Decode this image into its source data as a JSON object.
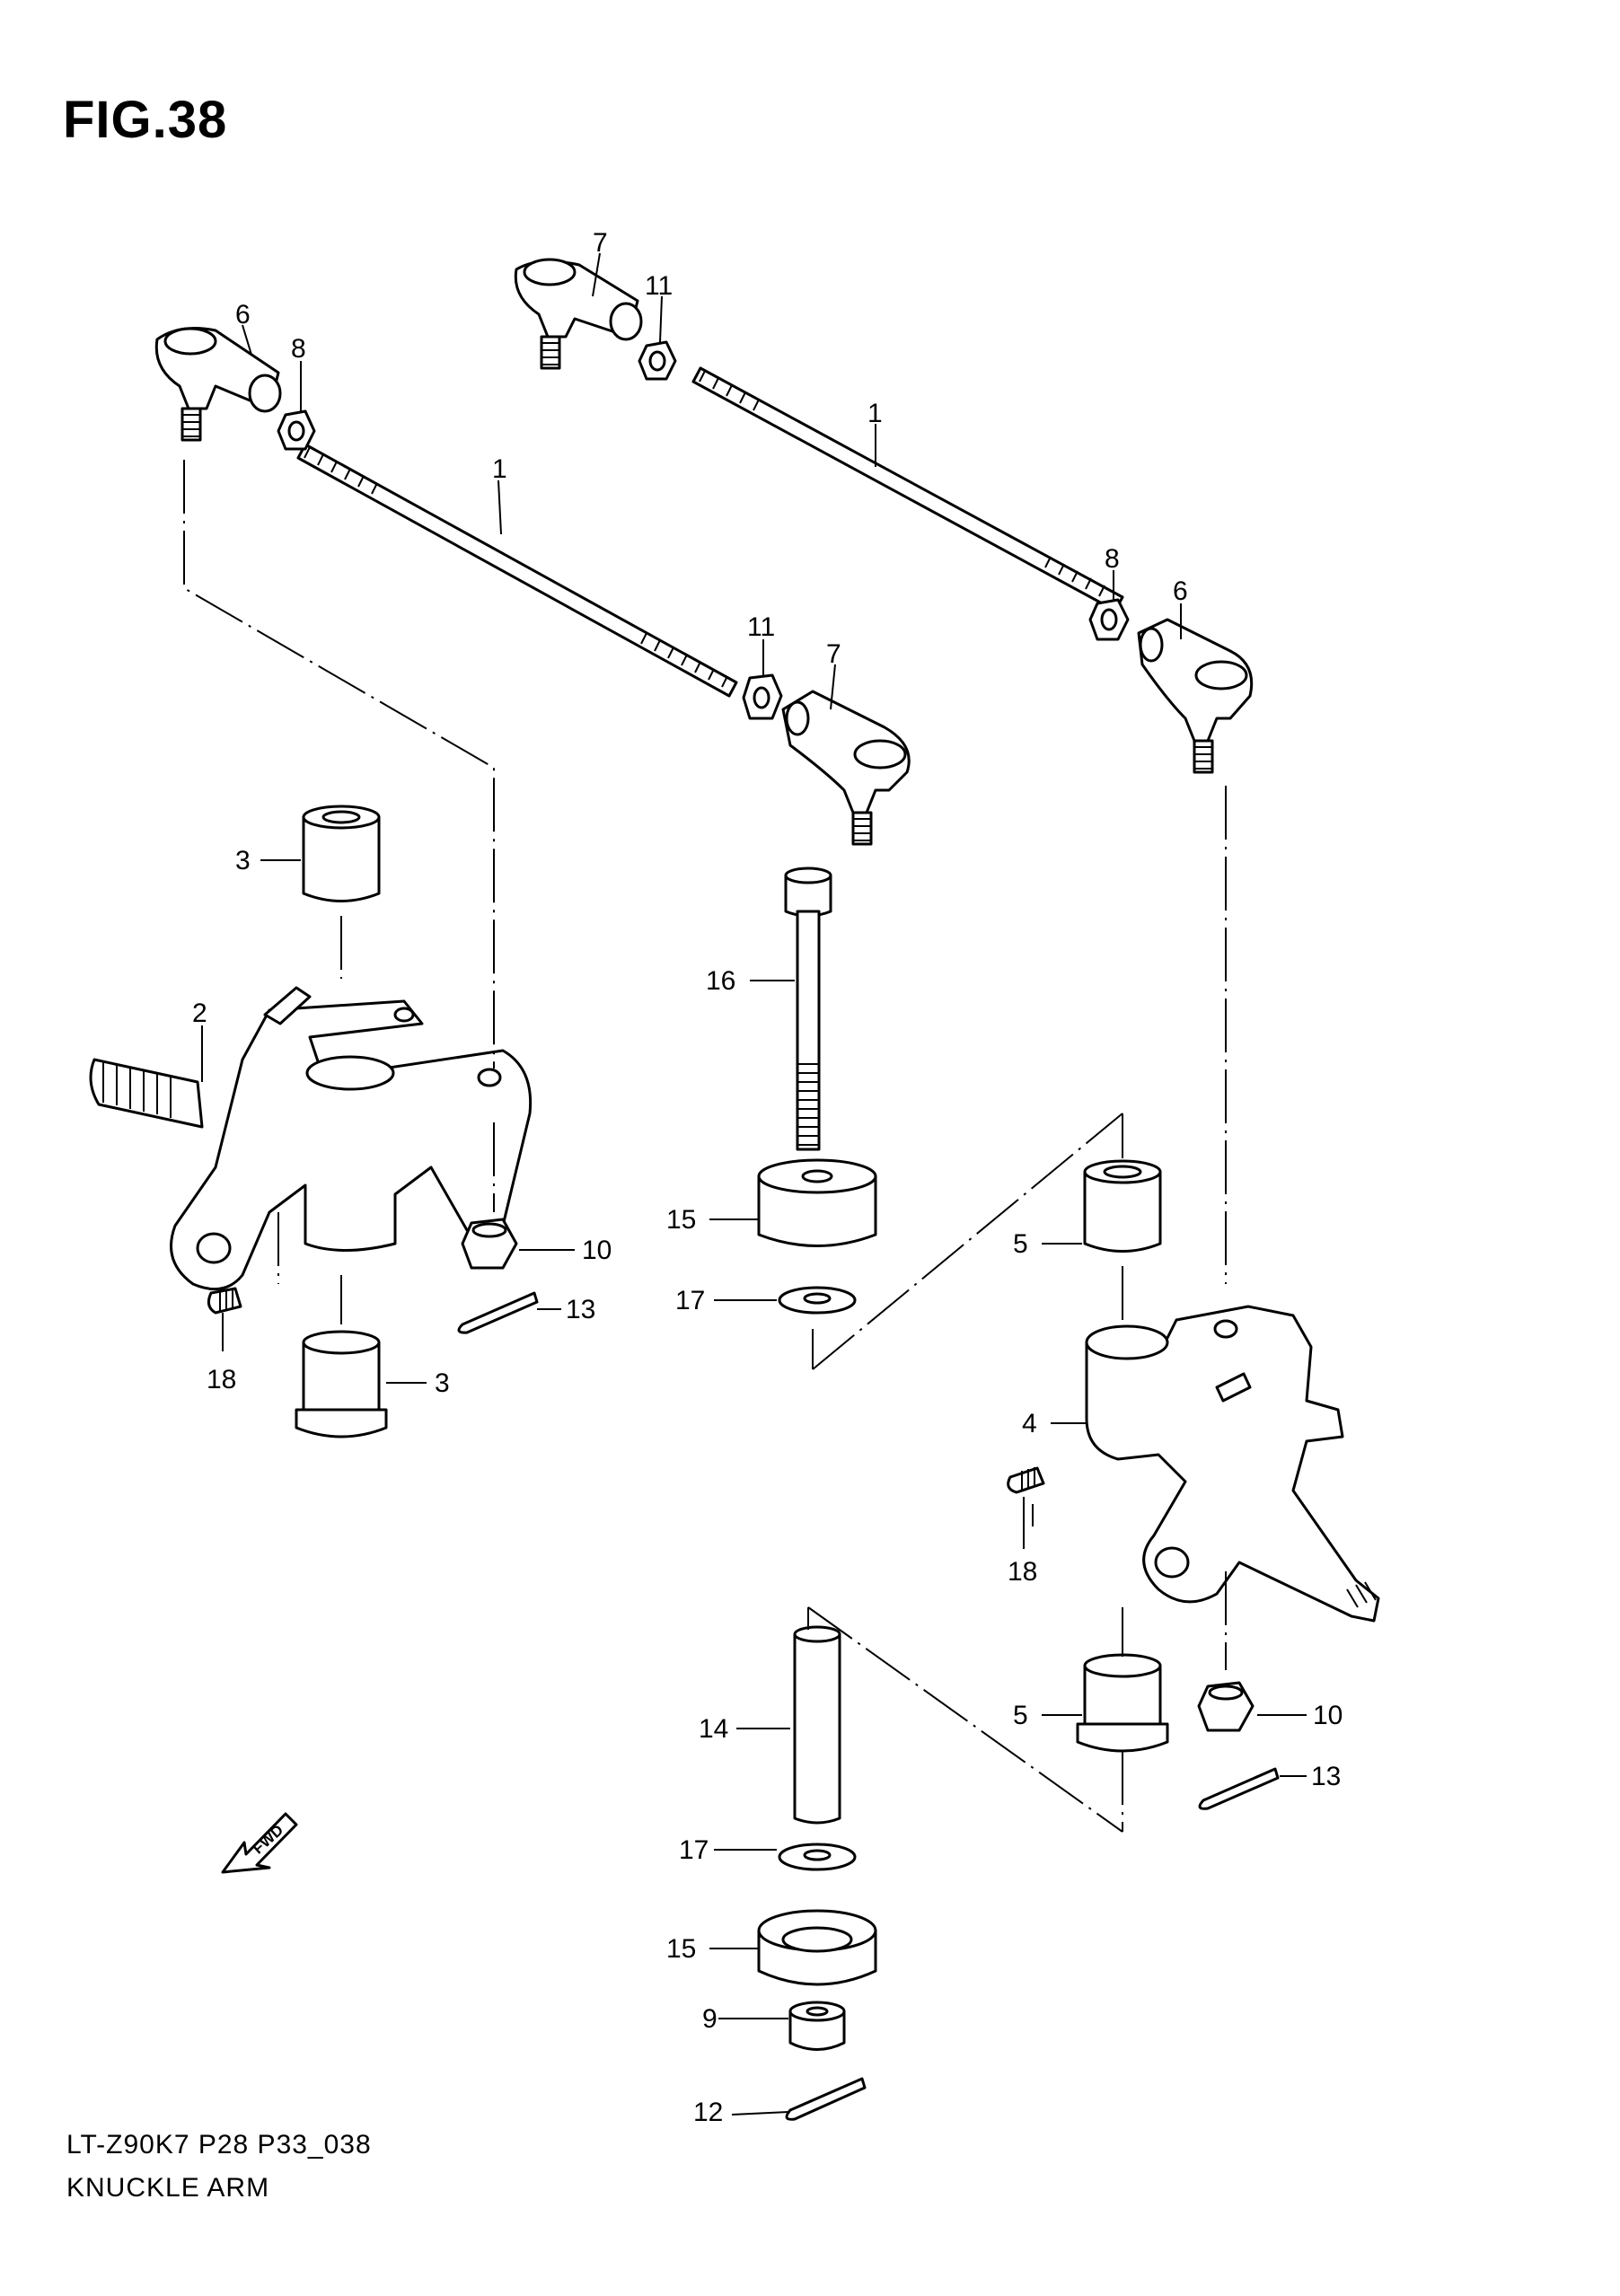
{
  "figure": {
    "title": "FIG.38",
    "model_code": "LT-Z90K7 P28 P33_038",
    "section_name": "KNUCKLE ARM"
  },
  "callouts": {
    "c1a": "1",
    "c1b": "1",
    "c2": "2",
    "c3a": "3",
    "c3b": "3",
    "c4": "4",
    "c5a": "5",
    "c5b": "5",
    "c6a": "6",
    "c6b": "6",
    "c7a": "7",
    "c7b": "7",
    "c8a": "8",
    "c8b": "8",
    "c9": "9",
    "c10a": "10",
    "c10b": "10",
    "c11a": "11",
    "c11b": "11",
    "c12": "12",
    "c13a": "13",
    "c13b": "13",
    "c14": "14",
    "c15a": "15",
    "c15b": "15",
    "c16": "16",
    "c17a": "17",
    "c17b": "17",
    "c18a": "18",
    "c18b": "18"
  },
  "fwd_marker": {
    "label": "FWD",
    "icon": "forward-arrow-icon"
  }
}
